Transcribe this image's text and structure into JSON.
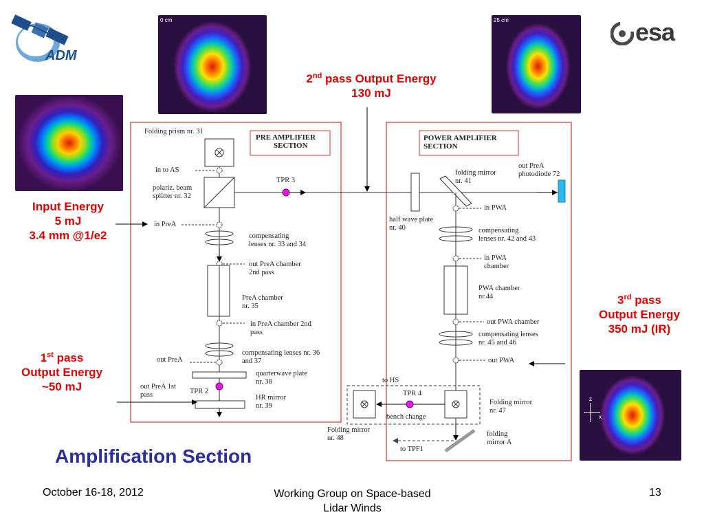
{
  "logos": {
    "adm": "ADM",
    "esa": "esa"
  },
  "title": "Amplification Section",
  "footer": {
    "date": "October 16-18, 2012",
    "event_line1": "Working Group on Space-based",
    "event_line2": "Lidar Winds",
    "page": "13"
  },
  "beam_images": {
    "top_left_label": "0 cm",
    "top_right_label": "25 cm",
    "axis_z": "z",
    "axis_x": "x"
  },
  "annotations": {
    "second_pass": {
      "pre": "2",
      "sup": "nd",
      "rest": " pass Output Energy",
      "value": "130 mJ"
    },
    "input": {
      "line1": "Input Energy",
      "line2": "5 mJ",
      "line3": "3.4 mm @1/e2"
    },
    "third_pass": {
      "pre": "3",
      "sup": "rd",
      "rest": " pass",
      "line2": "Output Energy",
      "line3": "350 mJ (IR)"
    },
    "first_pass": {
      "pre": "1",
      "sup": "st",
      "rest": " pass",
      "line2": "Output Energy",
      "line3": "~50 mJ"
    }
  },
  "pre_amp": {
    "section_l1": "PRE AMPLIFIER",
    "section_l2": "SECTION",
    "folding_prism": "Folding prism nr. 31",
    "in_to_as": "in to AS",
    "pbs_l1": "polariz. beam",
    "pbs_l2": "splitter nr. 32",
    "tpr3": "TPR 3",
    "in_prea": "in PreA",
    "comp1_l1": "compensating",
    "comp1_l2": "lenses nr. 33 and 34",
    "out_chamber_l1": "out PreA chamber",
    "out_chamber_l2": "2nd pass",
    "chamber_l1": "PreA chamber",
    "chamber_l2": "nr. 35",
    "in_chamber_l1": "in PreA chamber 2nd",
    "in_chamber_l2": "pass",
    "comp2_l1": "compensating lenses nr. 36",
    "comp2_l2": "and 37",
    "out_prea": "out PreA",
    "qwp_l1": "quarterwave plate",
    "qwp_l2": "nr. 38",
    "out_1st_l1": "out PreA 1st",
    "out_1st_l2": "pass",
    "tpr2": "TPR 2",
    "hr_l1": "HR mirror",
    "hr_l2": "nr. 39"
  },
  "power_amp": {
    "section_l1": "POWER AMPLIFIER",
    "section_l2": "SECTION",
    "fm41_l1": "folding mirror",
    "fm41_l2": "nr. 41",
    "out_prea_l1": "out PreA",
    "out_prea_l2": "photodiode 72",
    "in_pwa": "in PWA",
    "hwp_l1": "half wave plate",
    "hwp_l2": "nr. 40",
    "comp1_l1": "compensating",
    "comp1_l2": "lenses nr. 42 and 43",
    "in_chamber_l1": "in PWA",
    "in_chamber_l2": "chamber",
    "chamber_l1": "PWA chamber",
    "chamber_l2": "nr.44",
    "out_chamber": "out PWA chamber",
    "comp2_l1": "compensating lenses",
    "comp2_l2": "nr. 45 and 46",
    "out_pwa": "out PWA",
    "to_hs": "to HS",
    "tpr4": "TPR 4",
    "bench": "bench change",
    "fm47_l1": "Folding mirror",
    "fm47_l2": "nr. 47",
    "fm48_l1": "Folding mirror",
    "fm48_l2": "nr. 48",
    "fmA_l1": "folding",
    "fmA_l2": "mirror A",
    "to_tpf1": "to TPF1"
  }
}
